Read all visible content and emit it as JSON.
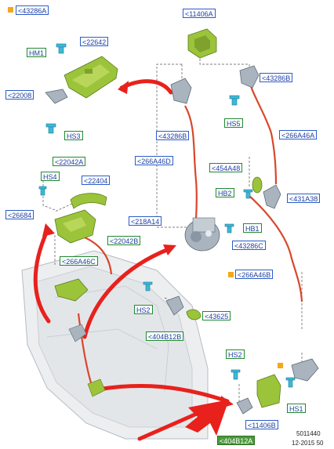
{
  "labels": {
    "l43286A": "<43286A",
    "l11406A": "<11406A",
    "l22642": "<22642",
    "lHM1": "HM1",
    "l22008": "<22008",
    "l43286B_top": "<43286B",
    "lHS3": "HS3",
    "lHS5": "HS5",
    "l43286B_mid": "<43286B",
    "l266A46A": "<266A46A",
    "l266A46D": "<266A46D",
    "l22042A": "<22042A",
    "lHS4": "HS4",
    "l22404": "<22404",
    "l454A48": "<454A48",
    "lHB2": "HB2",
    "l431A38": "<431A38",
    "l26684": "<26684",
    "l218A14": "<218A14",
    "lHB1": "HB1",
    "l22042B": "<22042B",
    "l43286C": "<43286C",
    "l266A46C": "<266A46C",
    "l266A46B": "<266A46B",
    "lHS2_mid": "HS2",
    "l43625": "<43625",
    "l404B12B": "<404B12B",
    "lHS2_bot": "HS2",
    "lHS1": "HS1",
    "l11406B": "<11406B",
    "l404B12A": "<404B12A"
  },
  "footer": {
    "code": "5011440",
    "date": "12-2015 50"
  },
  "colors": {
    "label_border": "#2b5cc9",
    "label_text": "#1f3fa0",
    "hardware_border": "#1f8a2e",
    "part_green": "#9cc43a",
    "cable_red": "#d9472b",
    "arrow_red": "#e8211c",
    "marker_orange": "#f2a81d"
  }
}
